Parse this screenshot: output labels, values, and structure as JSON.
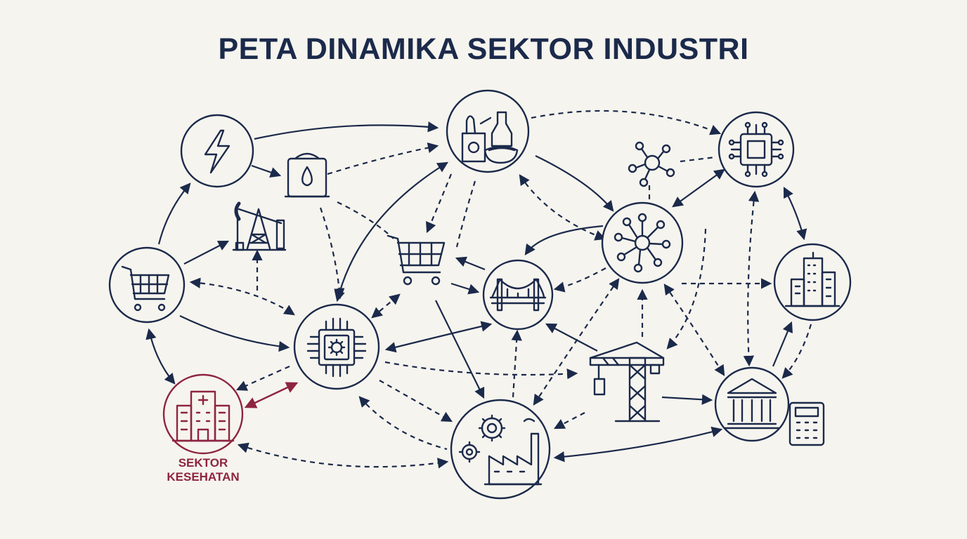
{
  "title": "PETA DINAMIKA SEKTOR INDUSTRI",
  "highlight_label": [
    "SEKTOR",
    "KESEHATAN"
  ],
  "colors": {
    "background": "#f6f4ee",
    "ink": "#1b2a4b",
    "highlight": "#8e2540"
  },
  "nodes": [
    {
      "id": "energy",
      "icon": "lightning-icon",
      "circled": true
    },
    {
      "id": "fuel-tank",
      "icon": "fuel-tank-icon",
      "circled": false
    },
    {
      "id": "oil-pump",
      "icon": "oil-pumpjack-icon",
      "circled": false
    },
    {
      "id": "retail-left",
      "icon": "shopping-cart-icon",
      "circled": true
    },
    {
      "id": "food",
      "icon": "groceries-icon",
      "circled": true
    },
    {
      "id": "retail-center",
      "icon": "shopping-cart-icon",
      "circled": false
    },
    {
      "id": "tech-center",
      "icon": "microchip-gear-icon",
      "circled": true
    },
    {
      "id": "infrastructure",
      "icon": "bridge-icon",
      "circled": true
    },
    {
      "id": "network-hub",
      "icon": "network-hub-icon",
      "circled": true
    },
    {
      "id": "network-small",
      "icon": "network-icon",
      "circled": false
    },
    {
      "id": "semiconductor",
      "icon": "processor-chip-icon",
      "circled": true
    },
    {
      "id": "property",
      "icon": "office-buildings-icon",
      "circled": true
    },
    {
      "id": "construction",
      "icon": "tower-crane-icon",
      "circled": false
    },
    {
      "id": "finance",
      "icon": "bank-icon",
      "circled": true
    },
    {
      "id": "accounting",
      "icon": "calculator-icon",
      "circled": false
    },
    {
      "id": "manufacturing",
      "icon": "factory-icon",
      "circled": true
    },
    {
      "id": "health",
      "icon": "hospital-icon",
      "circled": true,
      "highlight": true
    }
  ]
}
